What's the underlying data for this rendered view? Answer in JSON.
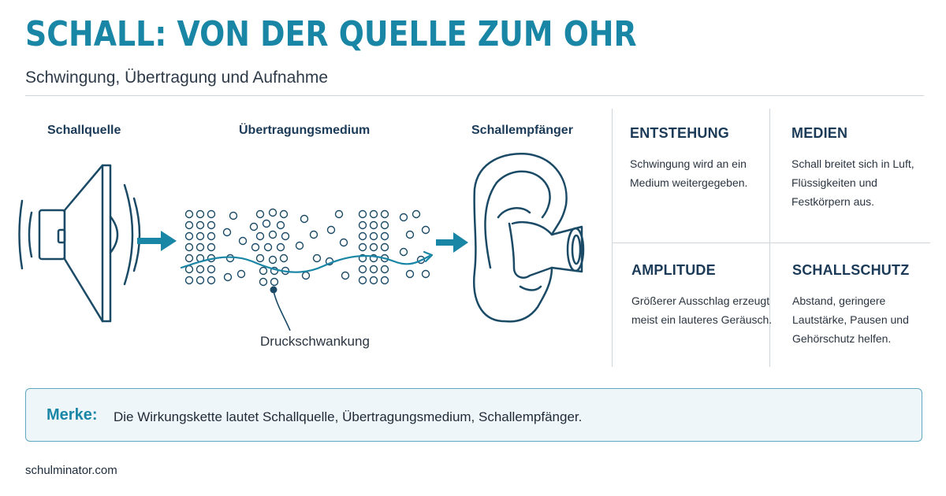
{
  "header": {
    "title": "SCHALL: VON DER QUELLE ZUM OHR",
    "subtitle": "Schwingung, Übertragung und Aufnahme"
  },
  "stages": {
    "source": "Schallquelle",
    "medium": "Übertragungsmedium",
    "receiver": "Schallempfänger"
  },
  "diagram": {
    "pressure_label": "Druckschwankung",
    "icons": [
      "loudspeaker-icon",
      "arrow-right-icon",
      "air-particles-icon",
      "sound-wave-icon",
      "arrow-right-icon",
      "ear-icon"
    ],
    "accent_color": "#1a86a6",
    "line_color": "#1b4a66"
  },
  "info": [
    {
      "title": "ENTSTEHUNG",
      "text": "Schwingung wird an ein Medium weitergegeben."
    },
    {
      "title": "MEDIEN",
      "text": "Schall breitet sich in Luft, Flüssigkeiten und Festkörpern aus."
    },
    {
      "title": "AMPLITUDE",
      "text": "Größerer Ausschlag erzeugt meist ein lauteres Geräusch."
    },
    {
      "title": "SCHALLSCHUTZ",
      "text": "Abstand, geringere Lautstärke, Pausen und Gehörschutz helfen."
    }
  ],
  "note": {
    "key": "Merke:",
    "text": "Die Wirkungskette lautet Schallquelle, Übertragungsmedium,  Schallempfänger."
  },
  "footer": {
    "site": "schulminator.com"
  },
  "colors": {
    "title": "#1a86a6",
    "heading": "#1b3a57",
    "note_border": "#5ea8c0",
    "note_bg": "#eef6f9"
  }
}
